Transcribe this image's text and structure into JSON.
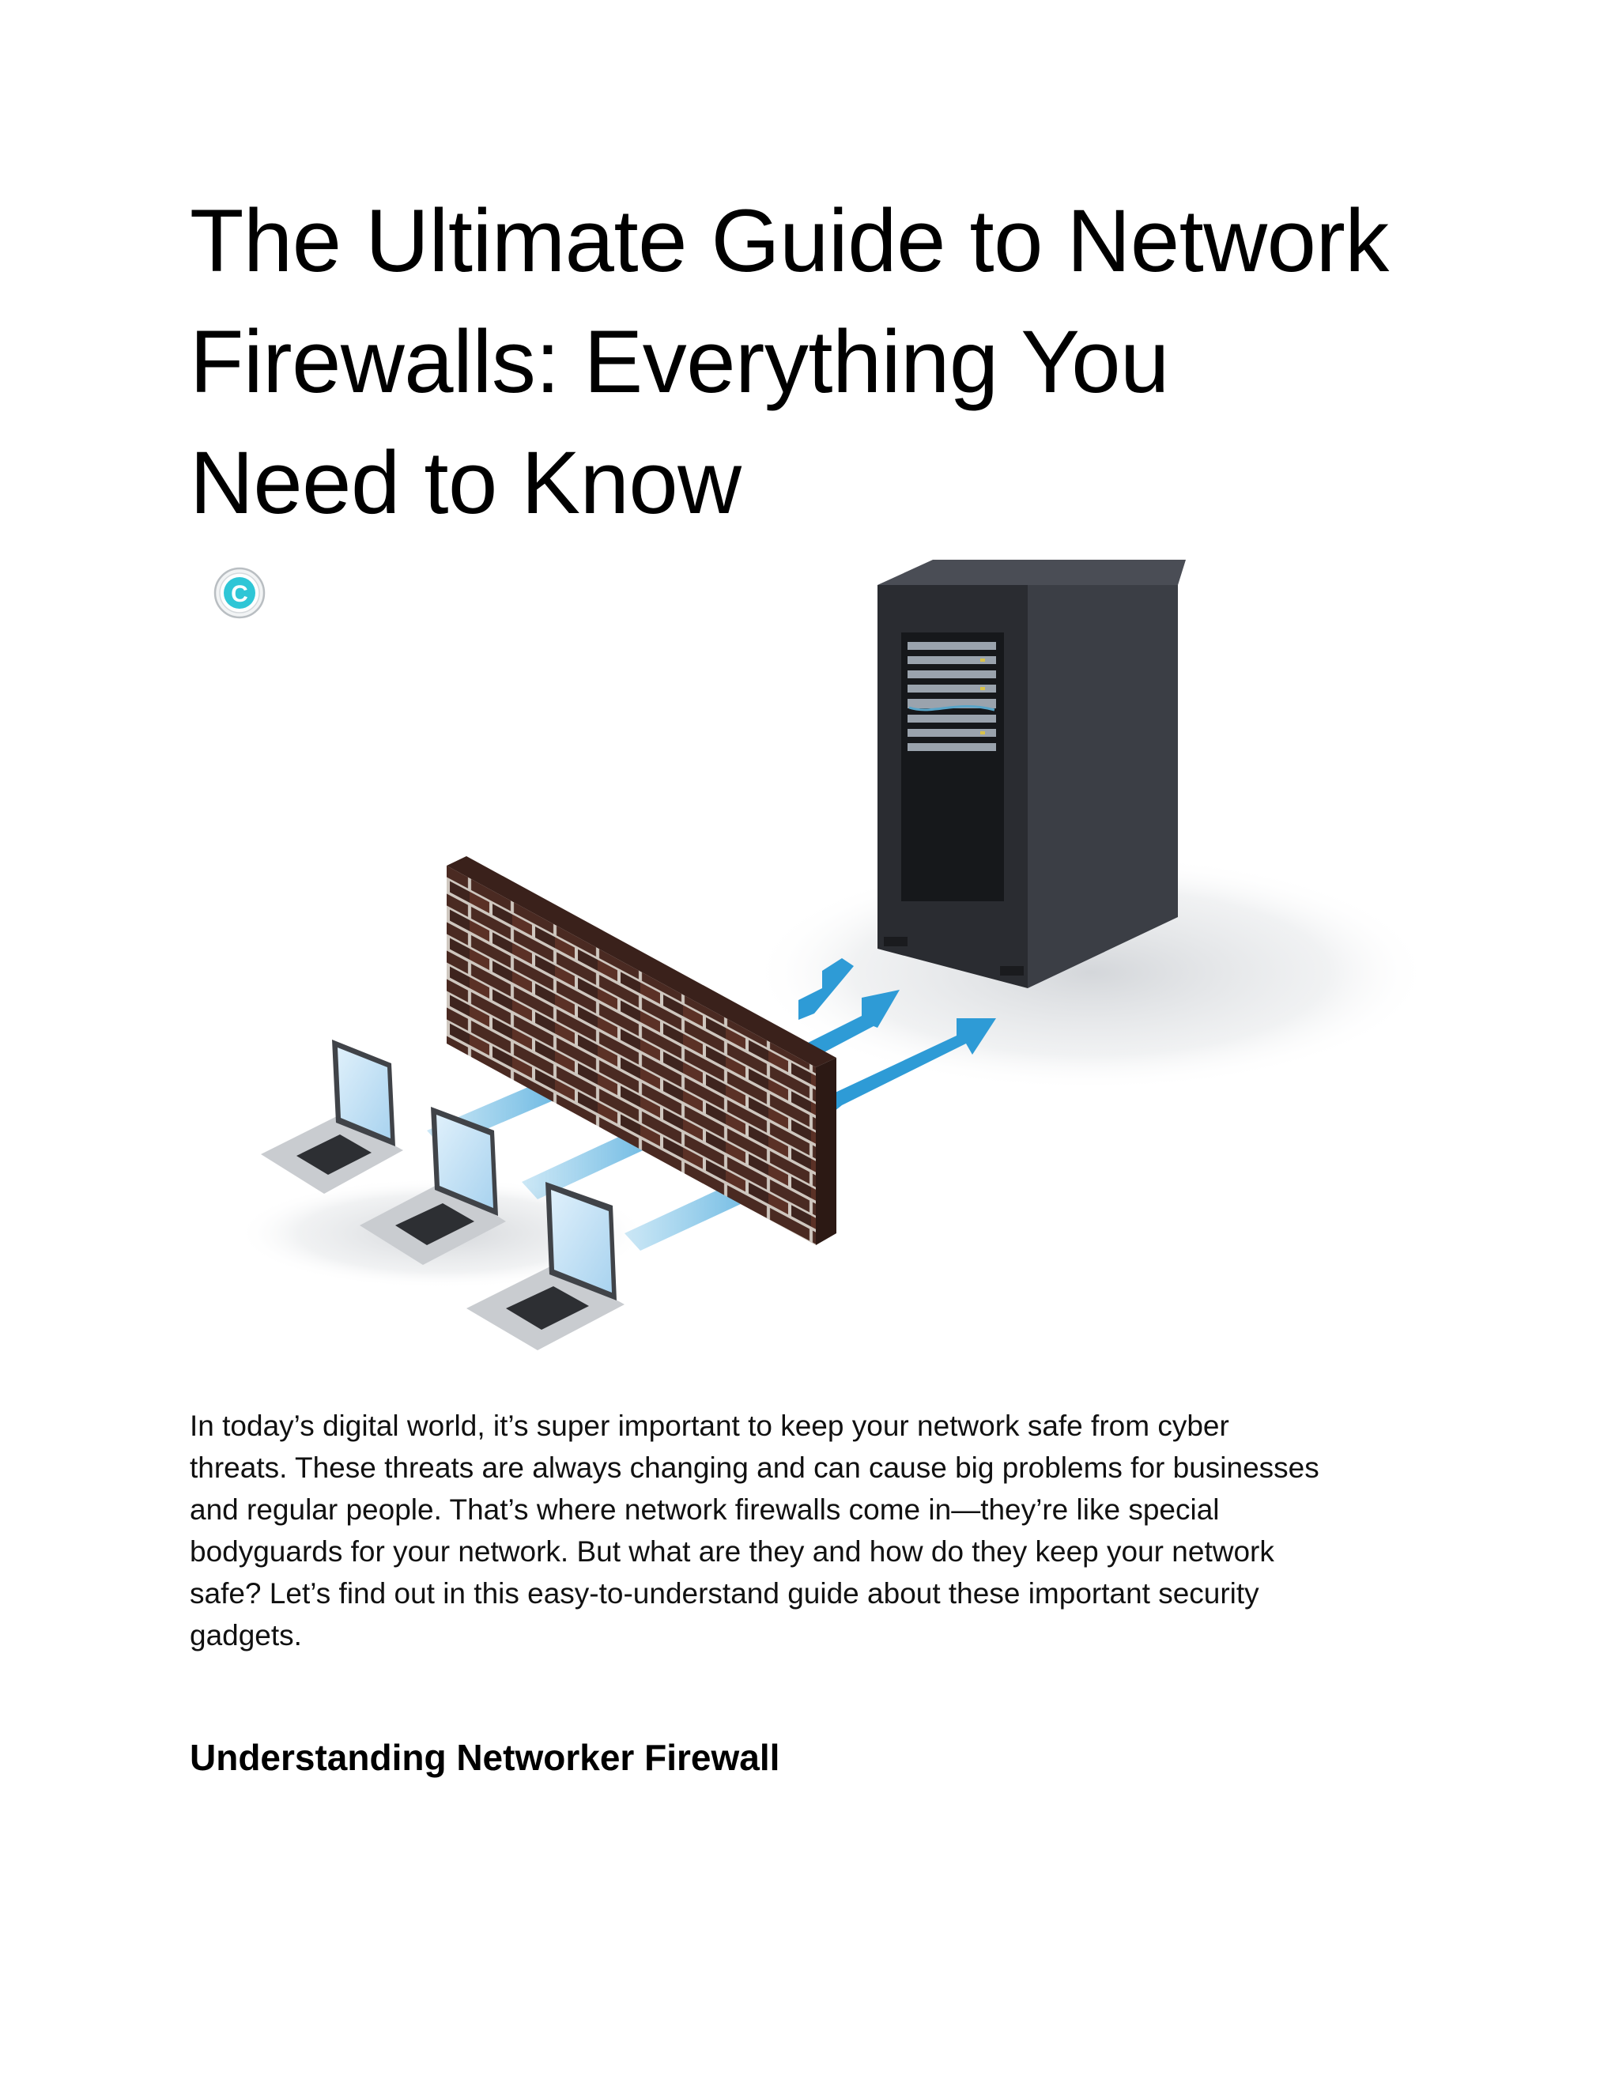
{
  "article": {
    "title_lines": [
      "The Ultimate Guide to Network",
      "Firewalls: Everything You",
      "Need to Know"
    ],
    "logo_letter": "C",
    "intro_lines": [
      "In today’s digital world, it’s super important to keep your network safe from cyber",
      "threats. These threats are always changing and can cause big problems for businesses",
      "and regular people. That’s where network firewalls come in—they’re like special",
      "bodyguards for your network. But what are they and how do they keep your network",
      "safe? Let’s find out in this easy-to-understand guide about these important security",
      "gadgets."
    ],
    "section_heading": "Understanding Networker Firewall"
  },
  "colors": {
    "accent_cyan": "#2fc6d6",
    "arrow_blue": "#2e9bd6",
    "brick": "#5a2e22",
    "server": "#2a2c31"
  },
  "icons": [
    "brand-logo-icon",
    "server-rack-icon",
    "brick-wall-icon",
    "laptop-icon",
    "arrow-icon"
  ]
}
